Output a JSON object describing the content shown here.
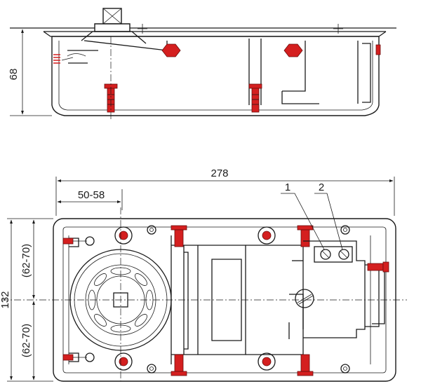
{
  "dimensions": {
    "side_height": "68",
    "total_length": "278",
    "spindle_offset": "50-58",
    "total_width": "132",
    "half_width_top": "(62-70)",
    "half_width_bottom": "(62-70)"
  },
  "callouts": {
    "valve_1": "1",
    "valve_2": "2"
  },
  "colors": {
    "line": "#1a1a1a",
    "accent": "#d41f1f"
  }
}
